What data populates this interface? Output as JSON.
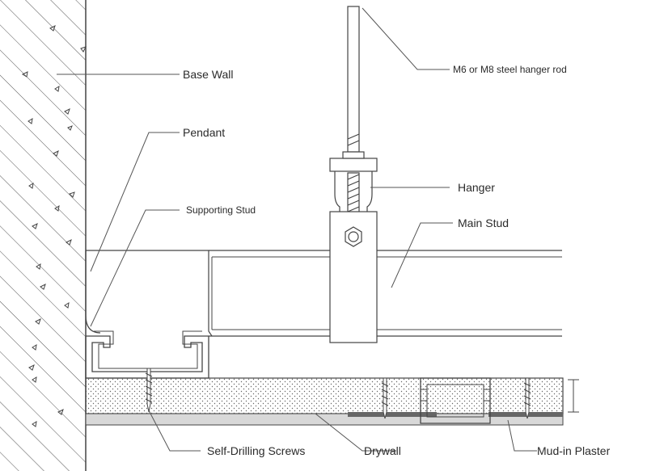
{
  "labels": {
    "base_wall": "Base Wall",
    "pendant": "Pendant",
    "supporting_stud": "Supporting Stud",
    "hanger_rod": "M6 or M8 steel hanger rod",
    "hanger": "Hanger",
    "main_stud": "Main Stud",
    "screws": "Self-Drilling Screws",
    "drywall": "Drywall",
    "plaster": "Mud-in Plaster"
  },
  "icons": {
    "wall_hatch": "hatch-pattern",
    "drywall_fill": "dot-pattern",
    "screw": "screw-icon",
    "nut": "hex-nut-icon"
  },
  "colors": {
    "line": "#444444",
    "text": "#2b2b2b",
    "plaster": "#cfcfcf"
  }
}
